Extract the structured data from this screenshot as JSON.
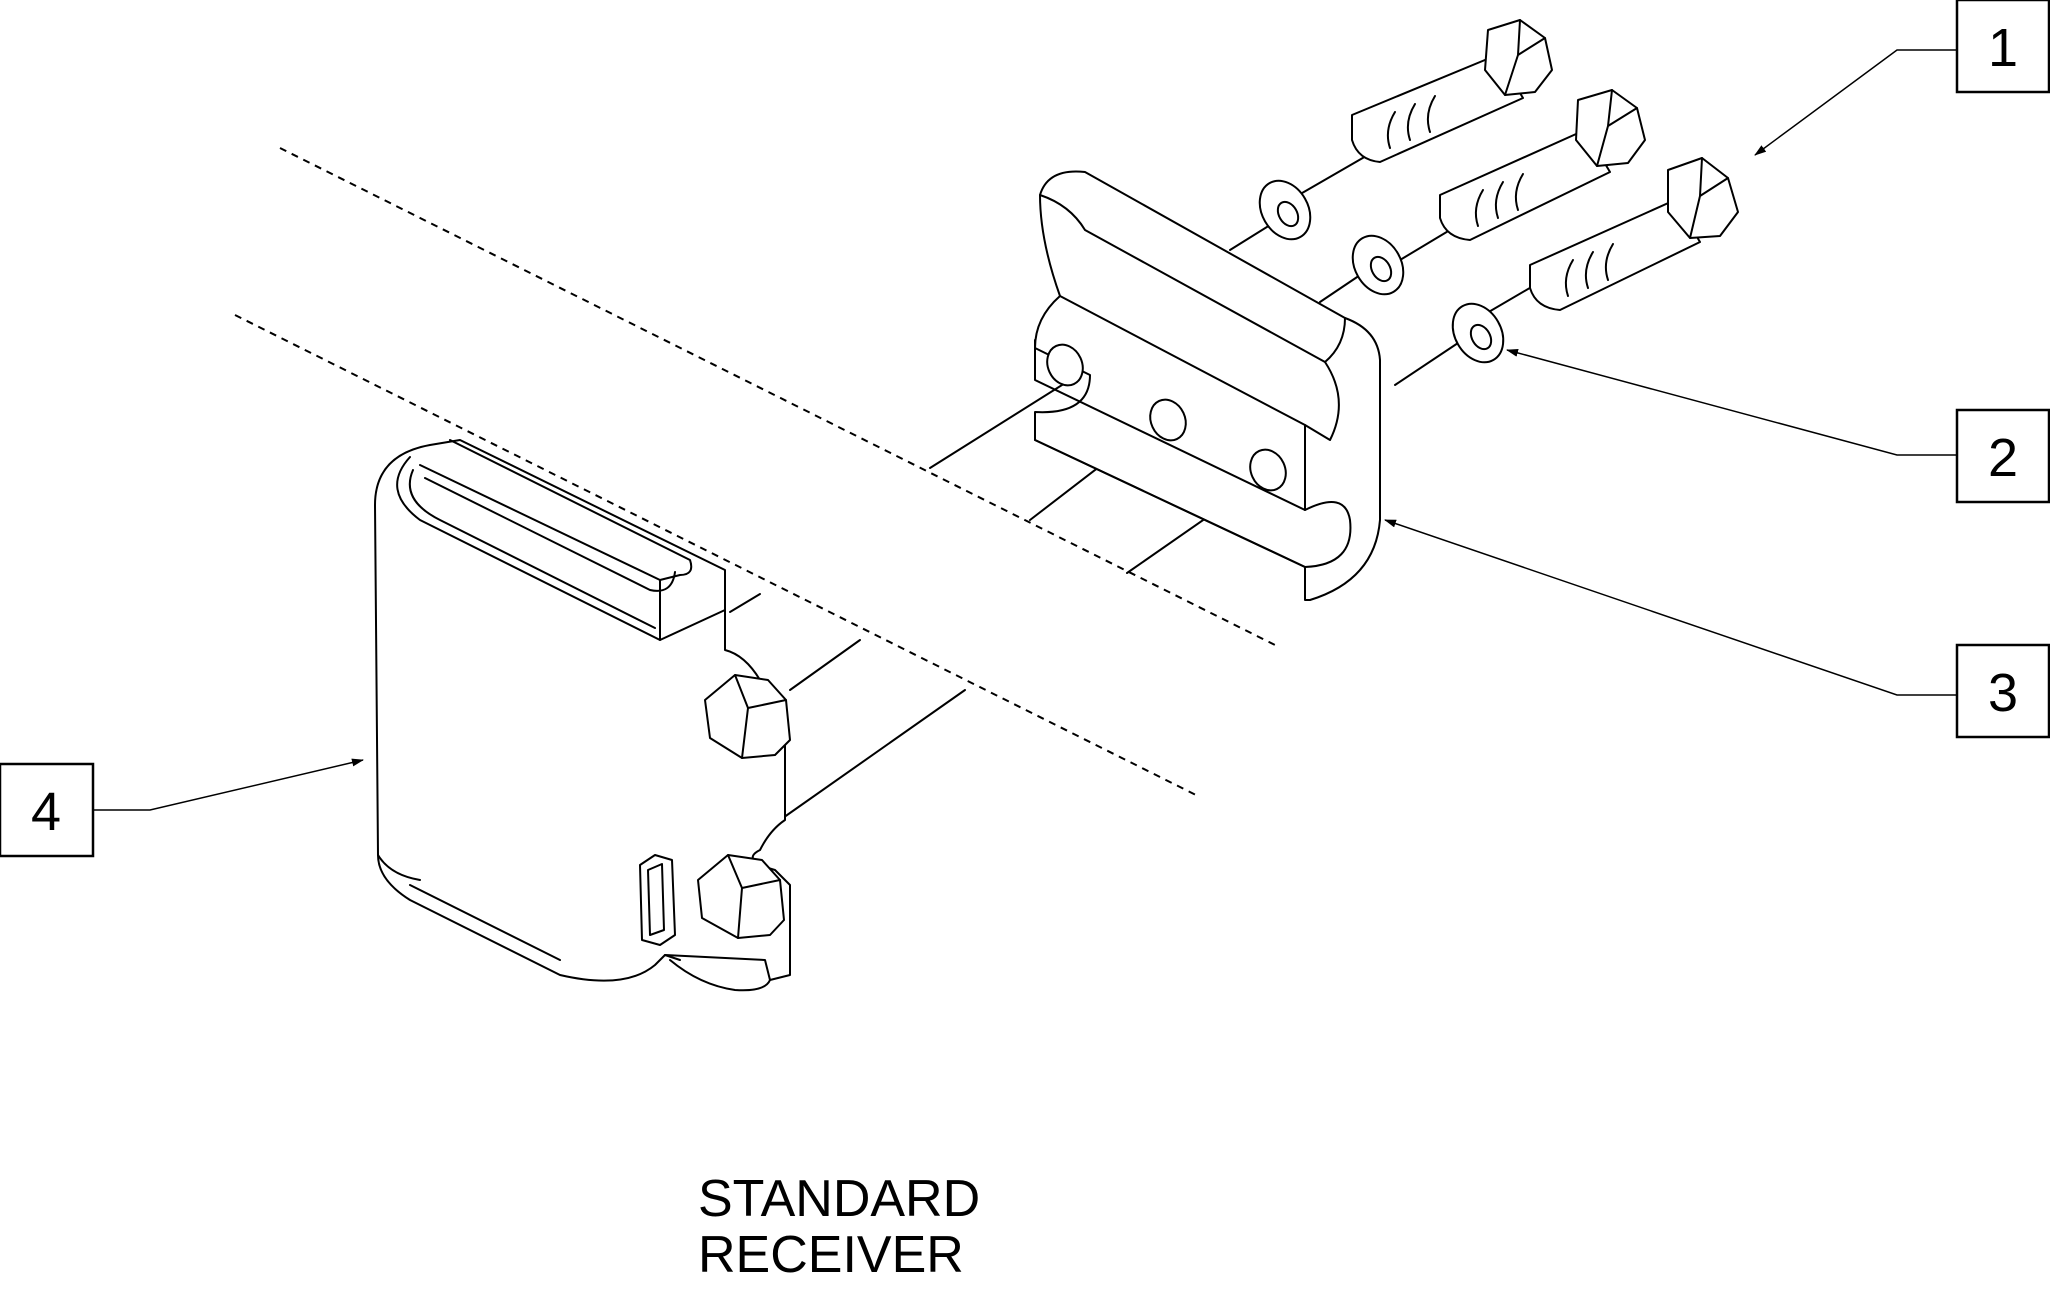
{
  "diagram": {
    "callouts": [
      {
        "id": "1",
        "label": "1"
      },
      {
        "id": "2",
        "label": "2"
      },
      {
        "id": "3",
        "label": "3"
      },
      {
        "id": "4",
        "label": "4"
      }
    ],
    "caption": {
      "line1": "STANDARD",
      "line2": "RECEIVER"
    }
  }
}
